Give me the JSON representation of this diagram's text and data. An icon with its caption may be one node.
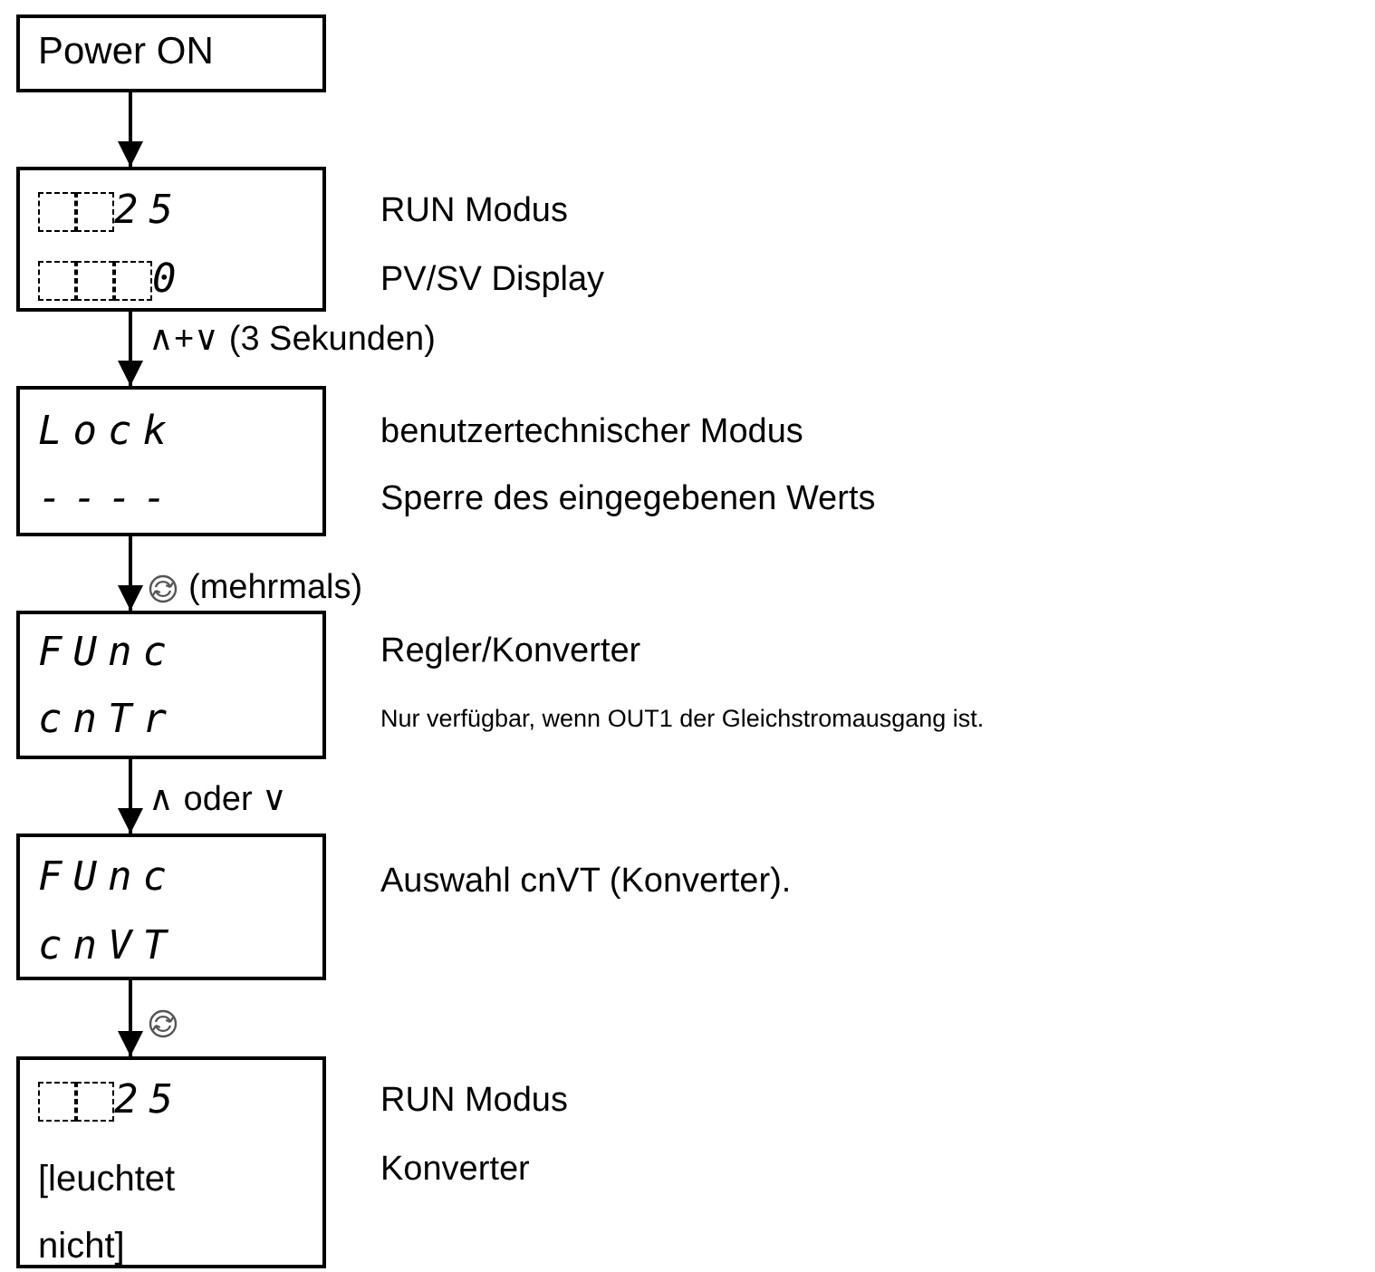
{
  "diagram": {
    "nodes": [
      {
        "text": [
          "Power ON"
        ]
      },
      {
        "text": [
          "25",
          "0"
        ],
        "beside": [
          "RUN Modus",
          "PV/SV Display"
        ]
      },
      {
        "text": [
          "Lock",
          "----"
        ],
        "beside": [
          "benutzertechnischer Modus",
          "Sperre des eingegebenen Werts"
        ]
      },
      {
        "text": [
          "FUnc",
          "cnTr"
        ],
        "beside": [
          "Regler/Konverter",
          "Nur verfügbar, wenn OUT1 der Gleichstromausgang ist."
        ]
      },
      {
        "text": [
          "FUnc",
          "cnVT"
        ],
        "beside": [
          "Auswahl cnVT (Konverter)."
        ]
      },
      {
        "text": [
          "25",
          "[leuchtet nicht]"
        ],
        "beside": [
          "RUN Modus",
          "Konverter"
        ]
      }
    ],
    "edges": [
      {
        "from": 0,
        "to": 1,
        "arrow": "to"
      },
      {
        "from": 1,
        "to": 2,
        "arrow": "to",
        "label": "∧+∨ (3 Sekunden)"
      },
      {
        "from": 2,
        "to": 3,
        "arrow": "to",
        "label": "(mehrmals)"
      },
      {
        "from": 3,
        "to": 4,
        "arrow": "to",
        "label": "∧ oder ∨"
      },
      {
        "from": 4,
        "to": 5,
        "arrow": "to"
      }
    ]
  }
}
